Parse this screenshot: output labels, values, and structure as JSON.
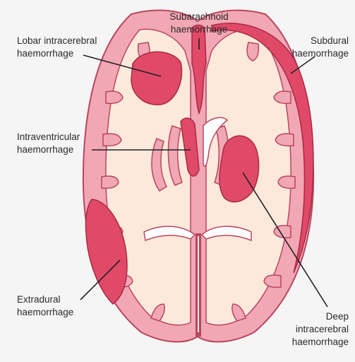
{
  "diagram": {
    "colors": {
      "background": "#f5f5f5",
      "cortex": "#f2a7b4",
      "cortex_outline": "#b8465e",
      "white_matter": "#fde9dc",
      "ventricle": "#ffffff",
      "haemorrhage": "#e04a68",
      "line": "#222222"
    },
    "labels": {
      "subarachnoid": [
        "Subarachnoid",
        "haemorrhage"
      ],
      "lobar": [
        "Lobar intracerebral",
        "haemorrhage"
      ],
      "subdural": [
        "Subdural",
        "haemorrhage"
      ],
      "intraventricular": [
        "Intraventricular",
        "haemorrhage"
      ],
      "extradural": [
        "Extradural",
        "haemorrhage"
      ],
      "deep": [
        "Deep",
        "intracerebral",
        "haemorrhage"
      ]
    }
  }
}
